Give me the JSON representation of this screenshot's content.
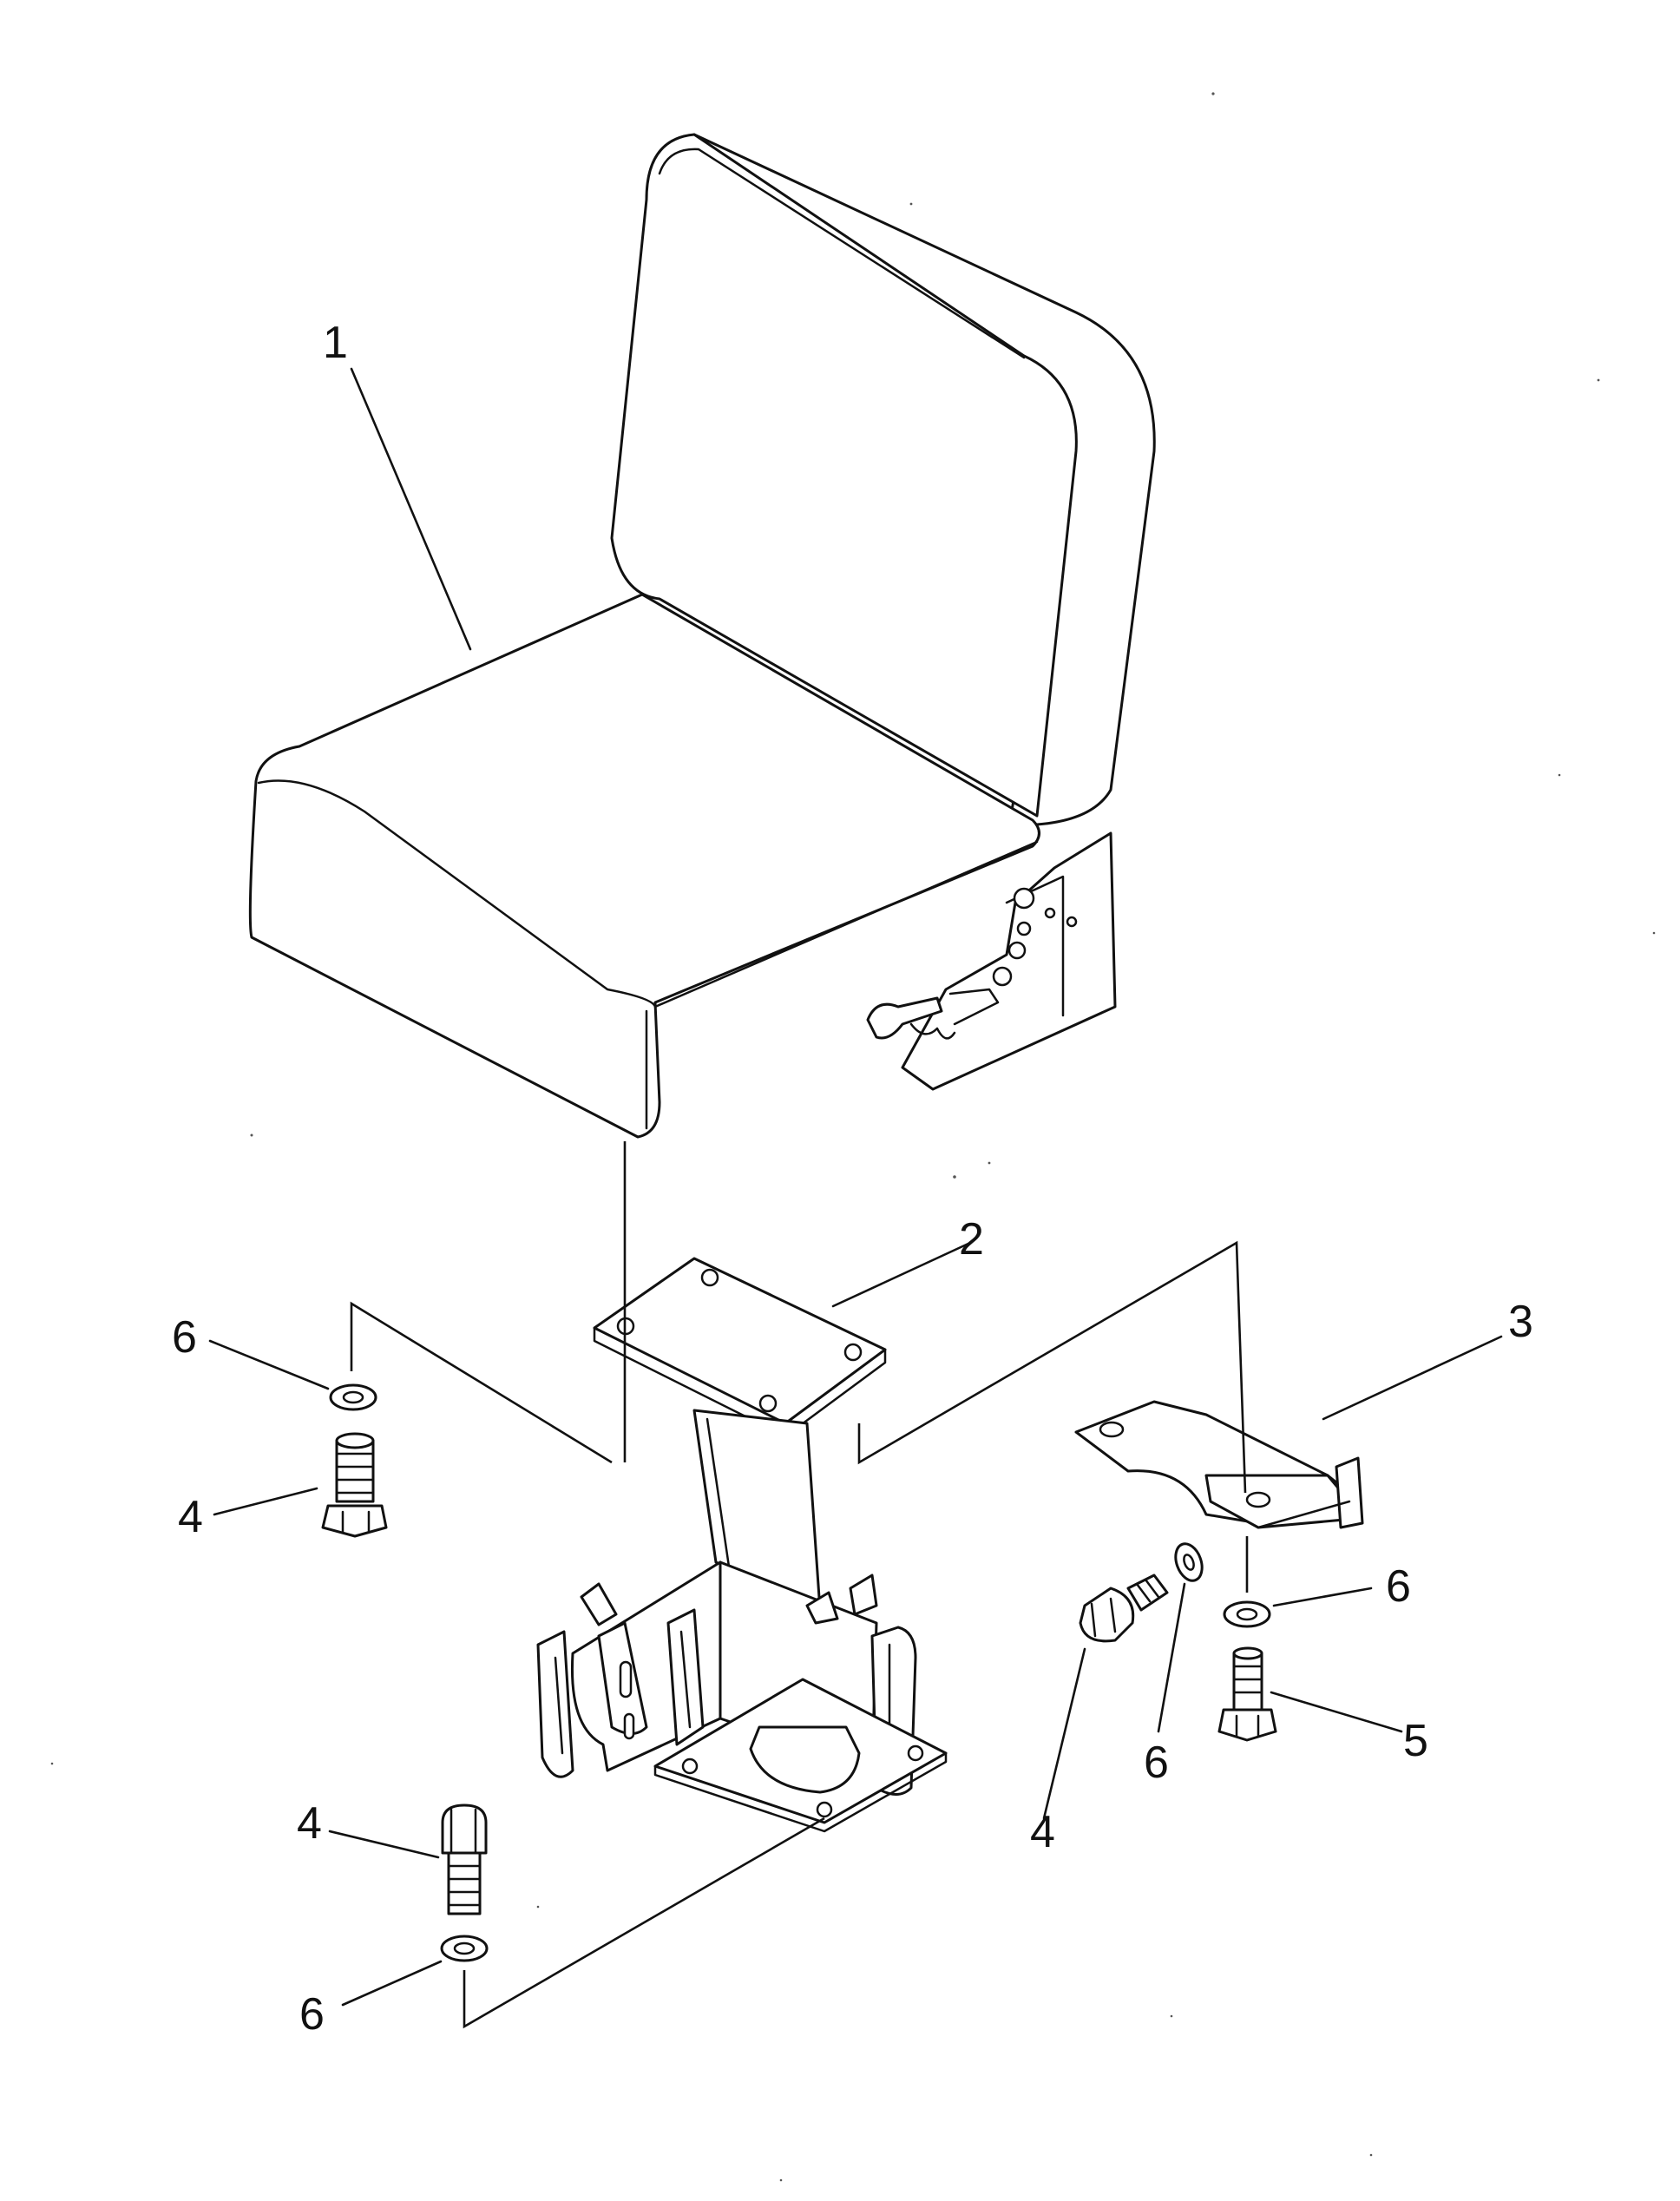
{
  "diagram": {
    "type": "exploded parts diagram",
    "callouts": [
      {
        "id": "c1",
        "label": "1"
      },
      {
        "id": "c2",
        "label": "2"
      },
      {
        "id": "c3",
        "label": "3"
      },
      {
        "id": "c4a",
        "label": "4"
      },
      {
        "id": "c4b",
        "label": "4"
      },
      {
        "id": "c4c",
        "label": "4"
      },
      {
        "id": "c5",
        "label": "5"
      },
      {
        "id": "c6a",
        "label": "6"
      },
      {
        "id": "c6b",
        "label": "6"
      },
      {
        "id": "c6c",
        "label": "6"
      },
      {
        "id": "c6d",
        "label": "6"
      }
    ]
  }
}
